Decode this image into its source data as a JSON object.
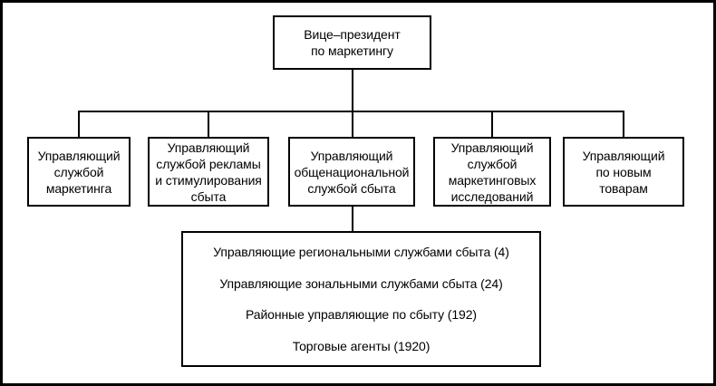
{
  "colors": {
    "background": "#ffffff",
    "line": "#000000",
    "text": "#000000"
  },
  "org_chart": {
    "root": {
      "label": "Вице–президент\nпо маркетингу"
    },
    "managers": [
      {
        "label": "Управляющий\nслужбой\nмаркетинга"
      },
      {
        "label": "Управляющий\nслужбой рекламы\nи стимулирования\nсбыта"
      },
      {
        "label": "Управляющий\nобщенациональной\nслужбой сбыта"
      },
      {
        "label": "Управляющий\nслужбой\nмаркетинговых\nисследований"
      },
      {
        "label": "Управляющий\nпо новым\nтоварам"
      }
    ],
    "sales_hierarchy": {
      "rows": [
        "Управляющие региональными службами сбыта (4)",
        "Управляющие зональными службами сбыта (24)",
        "Районные управляющие по сбыту (192)",
        "Торговые агенты (1920)"
      ]
    }
  }
}
